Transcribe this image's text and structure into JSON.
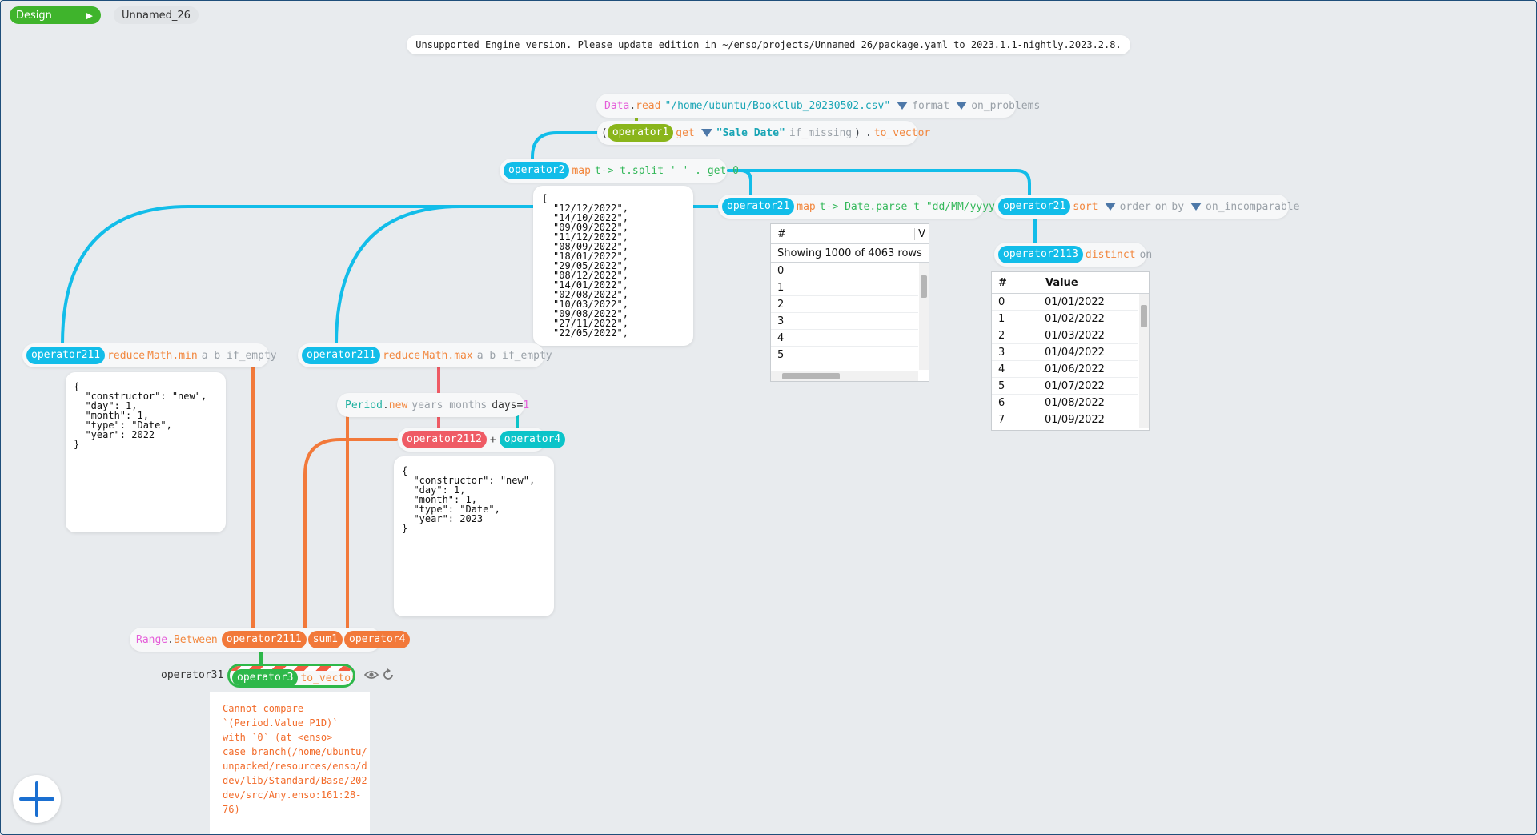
{
  "topbar": {
    "mode_label": "Design",
    "run_symbol": "▶",
    "project_name": "Unnamed_26"
  },
  "banner": "Unsupported Engine version. Please update edition in ~/enso/projects/Unnamed_26/package.yaml to 2023.1.1-nightly.2023.2.8.",
  "nodes": {
    "data_read": {
      "obj": "Data",
      "dot": ".",
      "method": "read",
      "path": "\"/home/ubuntu/BookClub_20230502.csv\"",
      "arg1": "format",
      "arg2": "on_problems"
    },
    "get": {
      "open_paren": "(",
      "var": "operator1",
      "method": "get",
      "key": "\"Sale Date\"",
      "arg": "if_missing",
      "close": ")",
      "dot": ".",
      "tail": "to_vector"
    },
    "map_split": {
      "var": "operator2",
      "method": "map",
      "expr": "t-> t.split ' ' . get 0"
    },
    "map_parse": {
      "var": "operator21",
      "method": "map",
      "expr": "t-> Date.parse t \"dd/MM/yyyy\""
    },
    "sort": {
      "var": "operator21",
      "method": "sort",
      "arg1": "order",
      "arg2": "on",
      "arg3": "by",
      "arg4": "on_incomparable"
    },
    "distinct": {
      "var": "operator2113",
      "method": "distinct",
      "arg": "on"
    },
    "reduce_min": {
      "var": "operator211",
      "method": "reduce",
      "expr": "Math.min",
      "args": "a b if_empty"
    },
    "reduce_max": {
      "var": "operator211",
      "method": "reduce",
      "expr": "Math.max",
      "args": "a b if_empty"
    },
    "period": {
      "obj": "Period",
      "dot": ".",
      "method": "new",
      "args": "years months",
      "named": "days=",
      "value": "1"
    },
    "plus": {
      "left": "operator2112",
      "op": "+",
      "right": "operator4"
    },
    "range": {
      "obj": "Range",
      "dot": ".",
      "method": "Between",
      "a1": "operator2111",
      "a2": "sum1",
      "a3": "operator4"
    },
    "to_vector": {
      "name_label": "operator31",
      "var": "operator3",
      "method": "to_vector"
    }
  },
  "split_preview": {
    "open": "[",
    "items": [
      "\"12/12/2022\",",
      "\"14/10/2022\",",
      "\"09/09/2022\",",
      "\"11/12/2022\",",
      "\"08/09/2022\",",
      "\"18/01/2022\",",
      "\"29/05/2022\",",
      "\"08/12/2022\",",
      "\"14/01/2022\",",
      "\"02/08/2022\",",
      "\"10/03/2022\",",
      "\"09/08/2022\",",
      "\"27/11/2022\",",
      "\"22/05/2022\","
    ]
  },
  "parse_table": {
    "col_hash": "#",
    "col_value": "V",
    "showing": "Showing 1000 of 4063 rows",
    "rows": [
      "0",
      "1",
      "2",
      "3",
      "4",
      "5"
    ]
  },
  "distinct_table": {
    "col_hash": "#",
    "col_value": "Value",
    "rows": [
      {
        "i": "0",
        "v": "01/01/2022"
      },
      {
        "i": "1",
        "v": "01/02/2022"
      },
      {
        "i": "2",
        "v": "01/03/2022"
      },
      {
        "i": "3",
        "v": "01/04/2022"
      },
      {
        "i": "4",
        "v": "01/06/2022"
      },
      {
        "i": "5",
        "v": "01/07/2022"
      },
      {
        "i": "6",
        "v": "01/08/2022"
      },
      {
        "i": "7",
        "v": "01/09/2022"
      }
    ]
  },
  "min_json": "{\n  \"constructor\": \"new\",\n  \"day\": 1,\n  \"month\": 1,\n  \"type\": \"Date\",\n  \"year\": 2022\n}",
  "sum_json": "{\n  \"constructor\": \"new\",\n  \"day\": 1,\n  \"month\": 1,\n  \"type\": \"Date\",\n  \"year\": 2023\n}",
  "error_lines": [
    "Cannot compare",
    "`(Period.Value P1D)`",
    "with `0` (at <enso>",
    "case_branch(/home/ubuntu/",
    "unpacked/resources/enso/d",
    "dev/lib/Standard/Base/202",
    "dev/src/Any.enso:161:28-",
    "76)"
  ],
  "colors": {
    "blue": "#12bde9",
    "olive": "#8ab51b",
    "orange": "#f2793a",
    "red": "#ef5b65",
    "teal": "#0cc4c9",
    "green": "#2eb84a",
    "background": "#e8ebee"
  },
  "icons": {
    "visibility": "eye-icon",
    "refresh": "refresh-icon",
    "add": "plus-icon",
    "run": "play-icon"
  }
}
